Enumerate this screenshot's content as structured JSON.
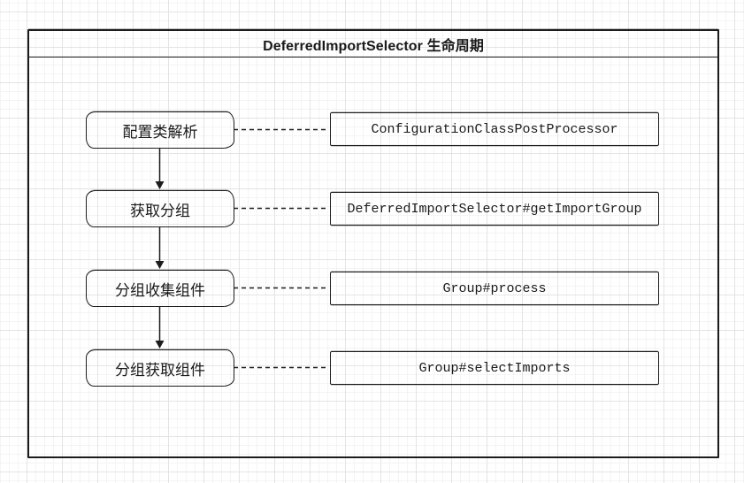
{
  "diagram": {
    "title": "DeferredImportSelector 生命周期",
    "rows": [
      {
        "step": "配置类解析",
        "handler": "ConfigurationClassPostProcessor"
      },
      {
        "step": "获取分组",
        "handler": "DeferredImportSelector#getImportGroup"
      },
      {
        "step": "分组收集组件",
        "handler": "Group#process"
      },
      {
        "step": "分组获取组件",
        "handler": "Group#selectImports"
      }
    ],
    "colors": {
      "stroke": "#1c1c1c",
      "background": "#ffffff",
      "grid_minor": "#f4f4f4",
      "grid_major": "#e4e4e4"
    }
  }
}
